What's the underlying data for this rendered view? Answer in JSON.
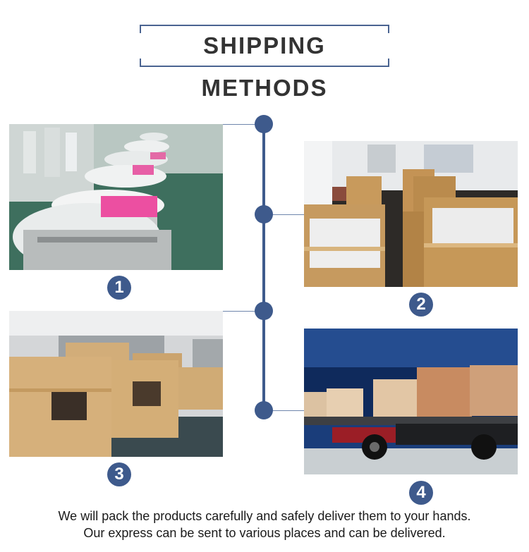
{
  "header": {
    "title": "SHIPPING METHODS"
  },
  "steps": [
    {
      "number": "1"
    },
    {
      "number": "2"
    },
    {
      "number": "3"
    },
    {
      "number": "4"
    }
  ],
  "footer": {
    "line1": "We will pack the products carefully and safely deliver them to your hands.",
    "line2": "Our express can be sent to various places and can be delivered."
  },
  "colors": {
    "accent": "#3e5a8c",
    "text": "#333333"
  }
}
